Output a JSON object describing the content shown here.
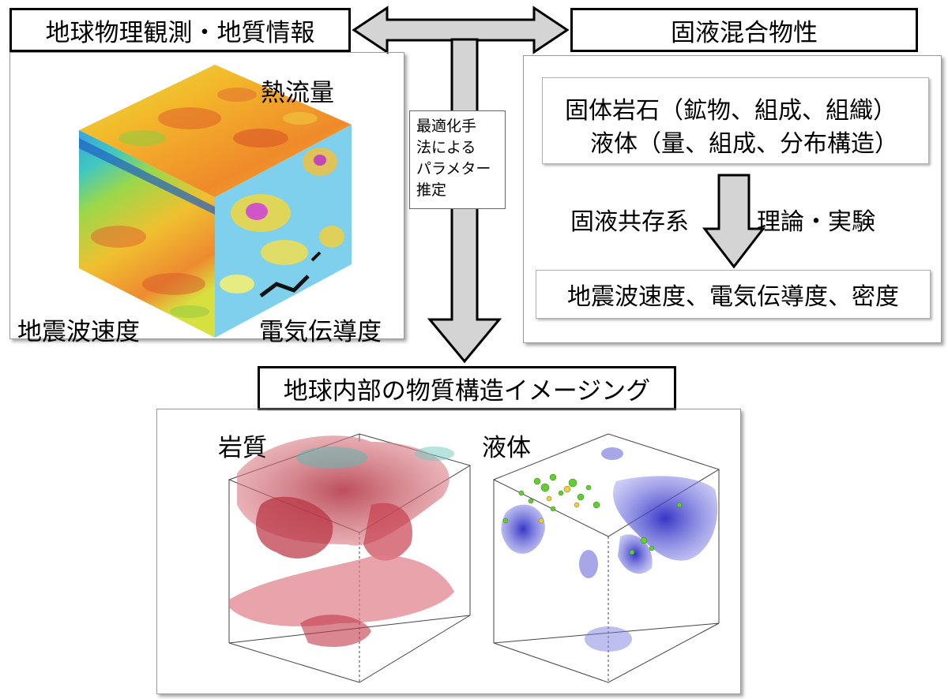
{
  "titles": {
    "geophysics": "地球物理観測・地質情報",
    "mixture": "固液混合物性",
    "imaging": "地球内部の物質構造イメージング"
  },
  "cube_labels": {
    "heat_flow": "熱流量",
    "seismic_velocity": "地震波速度",
    "conductivity": "電気伝導度"
  },
  "optimization_note": [
    "最適化手",
    "法による",
    "パラメター",
    "推定"
  ],
  "mixture_panel": {
    "solid": "固体岩石（鉱物、組成、組織）",
    "liquid": "液体（量、組成、分布構造）",
    "left_arrow_label": "固液共存系",
    "right_arrow_label": "理論・実験",
    "outputs": "地震波速度、電気伝導度、密度"
  },
  "imaging_labels": {
    "rock": "岩質",
    "liquid": "液体"
  },
  "colors": {
    "arrow_fill": "#d4d4d4",
    "rock_red": "#c8404f",
    "liquid_blue": "#3a3ad0",
    "quake_green": "#66cc33"
  }
}
